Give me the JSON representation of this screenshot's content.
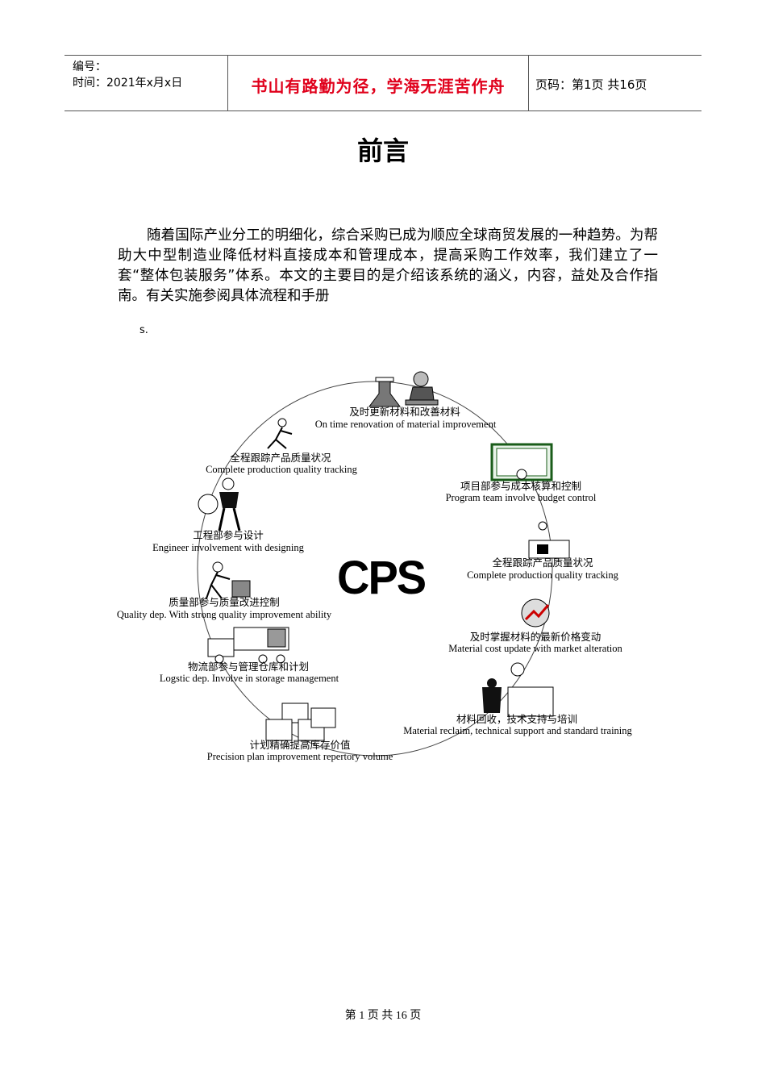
{
  "header": {
    "number_label": "编号：",
    "time_label": "时间：2021年x月x日",
    "motto": "书山有路勤为径，学海无涯苦作舟",
    "page_code": "页码：第1页  共16页"
  },
  "title": "前言",
  "intro": "随着国际产业分工的明细化，综合采购已成为顺应全球商贸发展的一种趋势。为帮助大中型制造业降低材料直接成本和管理成本，提高采购工作效率，我们建立了一套“整体包装服务”体系。本文的主要目的是介绍该系统的涵义，内容，益处及合作指南。有关实施参阅具体流程和手册",
  "stray_text": "s.",
  "diagram": {
    "center": "CPS",
    "steps": [
      {
        "zh": "及时更新材料和改善材料",
        "en": "On time renovation of material improvement"
      },
      {
        "zh": "项目部参与成本核算和控制",
        "en": "Program team involve budget control"
      },
      {
        "zh": "全程跟踪产品质量状况",
        "en": "Complete production quality tracking"
      },
      {
        "zh": "及时掌握材料的最新价格变动",
        "en": "Material cost update with market alteration"
      },
      {
        "zh": "材料回收，技术支持与培训",
        "en": "Material reclaim, technical support and standard training"
      },
      {
        "zh": "计划精确提高库存价值",
        "en": "Precision plan improvement repertory volume"
      },
      {
        "zh": "物流部参与管理仓库和计划",
        "en": "Logstic dep. Involve in storage management"
      },
      {
        "zh": "质量部参与质量改进控制",
        "en": "Quality dep. With strong quality improvement ability"
      },
      {
        "zh": "工程部参与设计",
        "en": "Engineer involvement with designing"
      },
      {
        "zh": "全程跟踪产品质量状况",
        "en": "Complete production quality tracking"
      }
    ]
  },
  "footer": "第 1 页 共 16 页"
}
